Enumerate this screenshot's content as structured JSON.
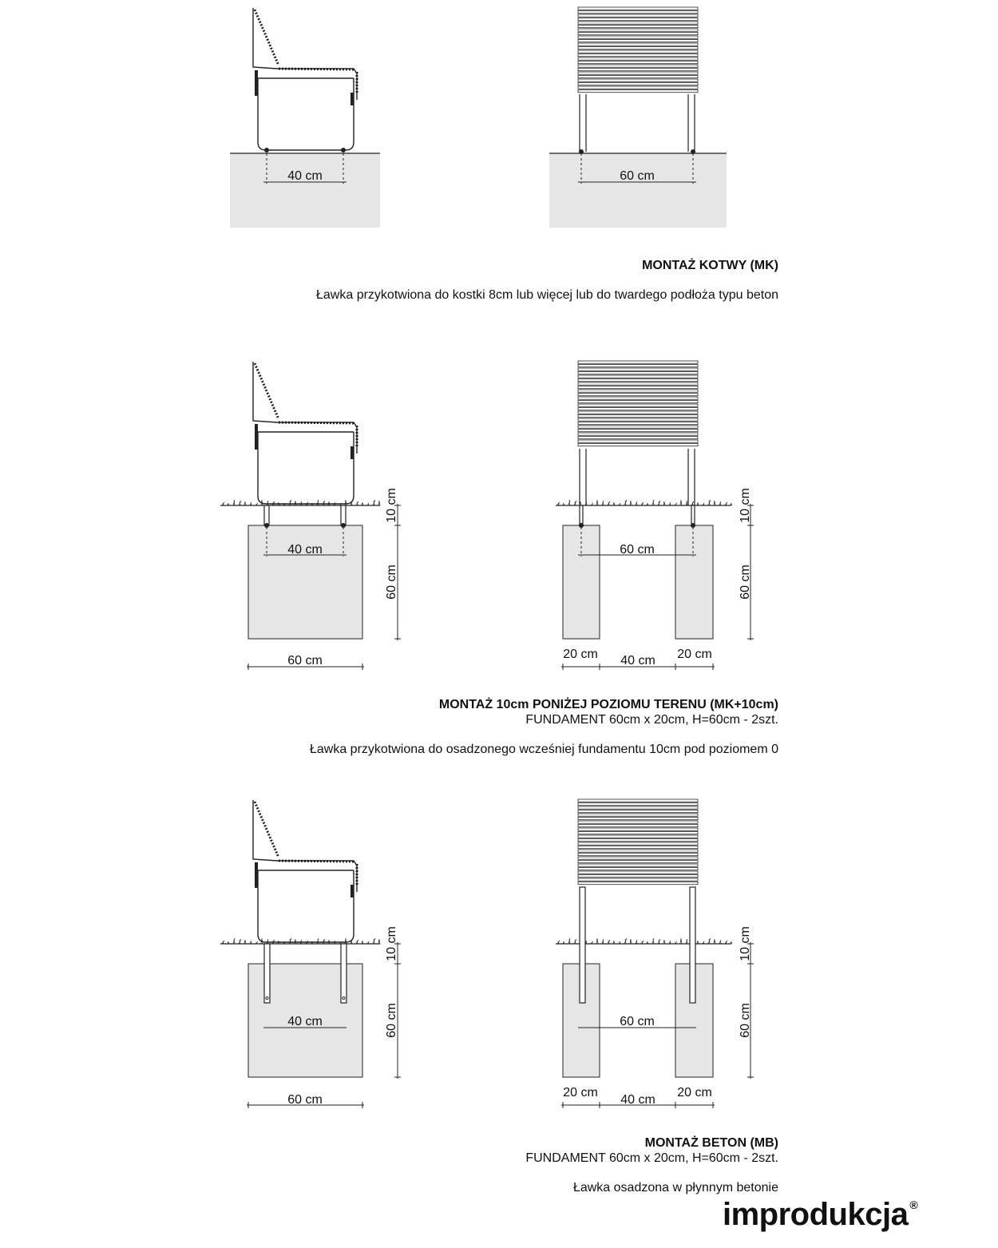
{
  "sections": [
    {
      "title": "MONTAŻ KOTWY (MK)",
      "subtitle": "",
      "description": "Ławka przykotwiona do kostki 8cm lub więcej lub do twardego podłoża typu beton",
      "side_dim": "40 cm",
      "front_dim": "60 cm"
    },
    {
      "title": "MONTAŻ 10cm PONIŻEJ POZIOMU TERENU (MK+10cm)",
      "subtitle": "FUNDAMENT 60cm x 20cm, H=60cm - 2szt.",
      "description": "Ławka przykotwiona do osadzonego wcześniej fundamentu 10cm pod poziomem 0",
      "side_dim": "40 cm",
      "side_base": "60 cm",
      "side_depth": "10 cm",
      "side_height": "60 cm",
      "front_dim": "60 cm",
      "front_depth": "10 cm",
      "front_height": "60 cm",
      "front_left": "20 cm",
      "front_mid": "40 cm",
      "front_right": "20 cm"
    },
    {
      "title": "MONTAŻ BETON (MB)",
      "subtitle": "FUNDAMENT 60cm x 20cm, H=60cm - 2szt.",
      "description": "Ławka osadzona w płynnym betonie",
      "side_dim": "40 cm",
      "side_base": "60 cm",
      "side_depth": "10 cm",
      "side_height": "60 cm",
      "front_dim": "60 cm",
      "front_depth": "10 cm",
      "front_height": "60 cm",
      "front_left": "20 cm",
      "front_mid": "40 cm",
      "front_right": "20 cm"
    }
  ],
  "logo": {
    "text": "improdukcja",
    "mark": "®"
  },
  "colors": {
    "ground": "#e6e6e6",
    "line": "#222222"
  }
}
